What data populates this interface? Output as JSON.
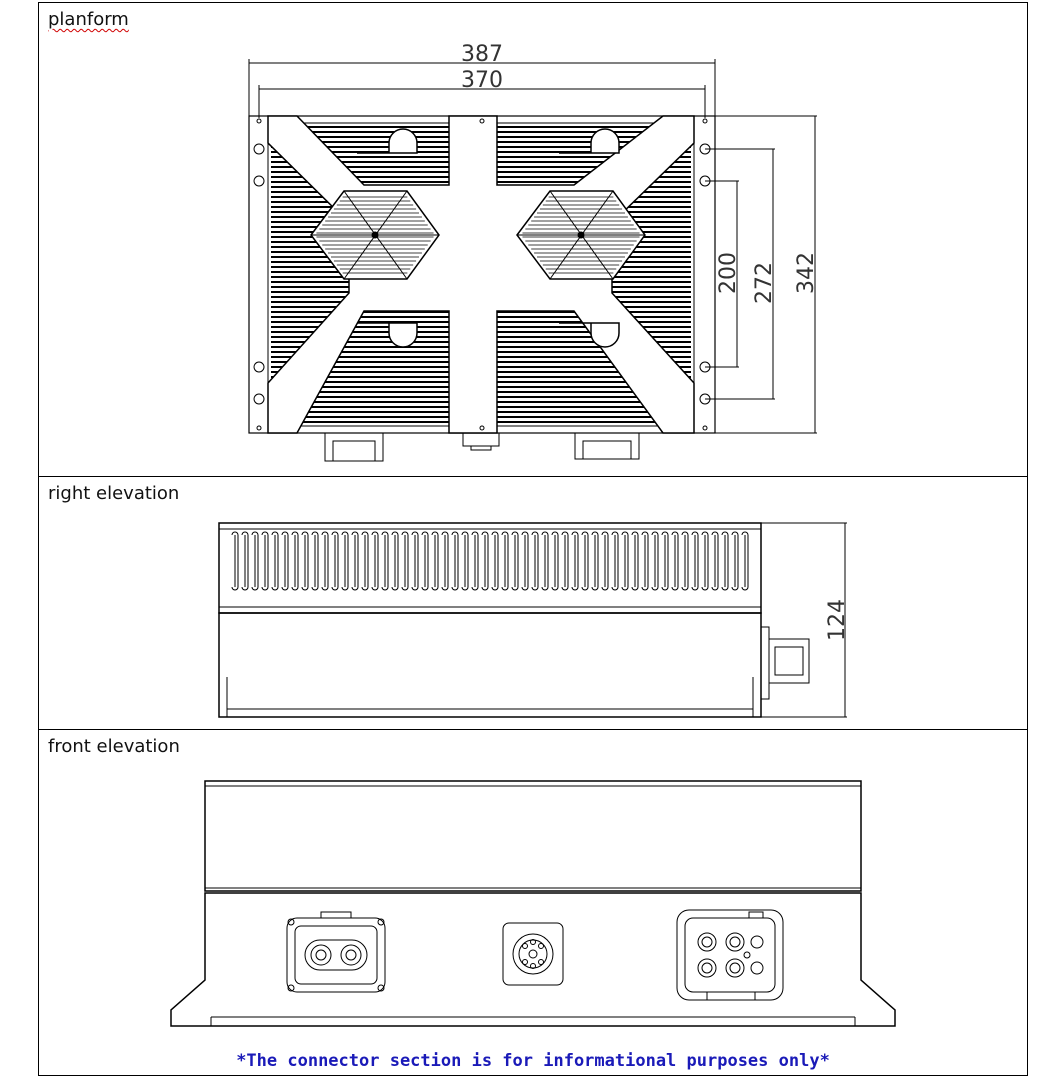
{
  "sections": [
    {
      "label": "planform"
    },
    {
      "label": "right elevation"
    },
    {
      "label": "front elevation"
    }
  ],
  "dimensions": {
    "overall_width": "387",
    "mount_width": "370",
    "inner_height": "200",
    "mount_height": "272",
    "overall_depth": "342",
    "elevation_height": "124"
  },
  "footnote": "*The connector section is for informational purposes only*",
  "colors": {
    "line": "#000000",
    "footnote": "#1a1ab8",
    "spell_underline": "#d00000"
  }
}
